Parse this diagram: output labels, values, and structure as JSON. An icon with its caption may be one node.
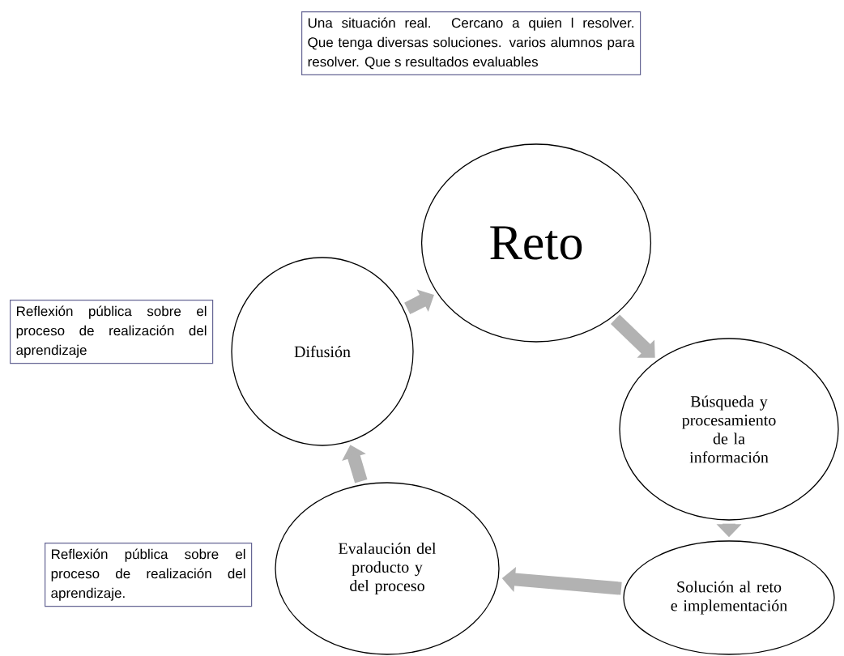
{
  "diagram": {
    "nodes": [
      {
        "text": [
          "Una situación real. Cercano a quien l resolver. Que tenga diversas soluciones. varios alumnos para resolver. Que s resultados evaluables"
        ]
      },
      {
        "text": [
          "Reflexión pública sobre el proceso de realización del aprendizaje"
        ]
      },
      {
        "text": [
          "Reflexión pública sobre el proceso de realización del aprendizaje."
        ]
      },
      {
        "text": [
          "Reto"
        ]
      },
      {
        "text": [
          "Búsqueda y procesamiento de la información"
        ]
      },
      {
        "text": [
          "Solución al reto e implementación"
        ]
      },
      {
        "text": [
          "Evalaución del producto y del proceso"
        ]
      },
      {
        "text": [
          "Difusión"
        ]
      }
    ],
    "edges": [
      {
        "from": 7,
        "to": 3,
        "arrow": "to"
      },
      {
        "from": 3,
        "to": 4,
        "arrow": "to"
      },
      {
        "from": 4,
        "to": 5,
        "arrow": "to"
      },
      {
        "from": 5,
        "to": 6,
        "arrow": "to"
      },
      {
        "from": 6,
        "to": 7,
        "arrow": "to"
      }
    ]
  }
}
